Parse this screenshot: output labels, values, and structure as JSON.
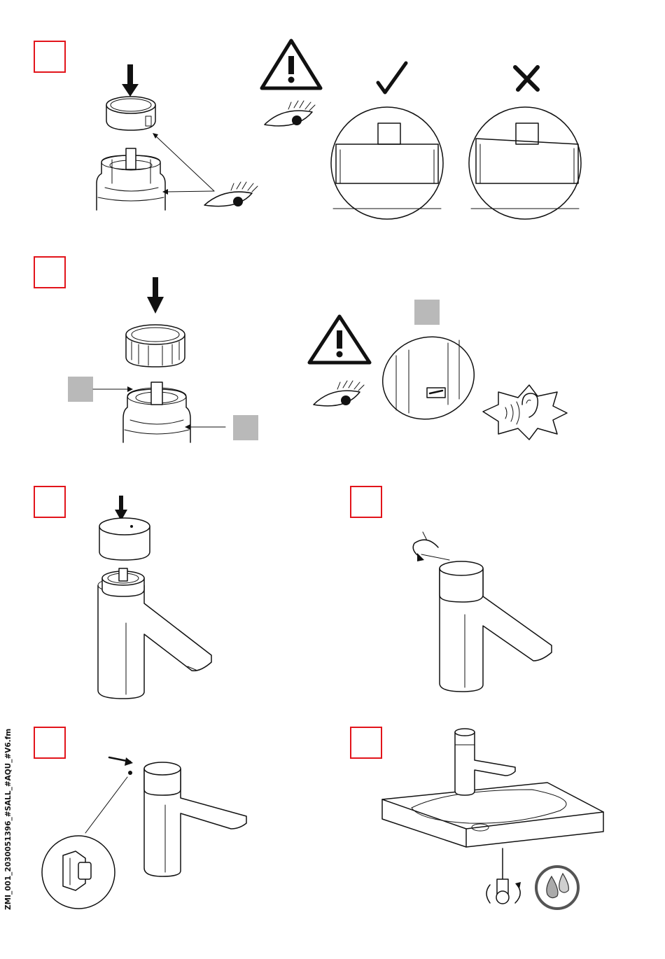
{
  "document": {
    "side_label": "ZMI_001_2030051396_#SALL_#AQU_#V6.fm"
  },
  "colors": {
    "step_box_border": "#e2141b",
    "placeholder_box": "#b9b9b9",
    "line": "#111111"
  },
  "steps": [
    {
      "id": "step-1",
      "icons": [
        "warning-triangle-icon",
        "eye-icon",
        "check-icon",
        "cross-icon"
      ]
    },
    {
      "id": "step-2",
      "icons": [
        "warning-triangle-icon",
        "eye-icon",
        "ear-sound-icon"
      ]
    },
    {
      "id": "step-3",
      "icons": [
        "down-arrow-icon"
      ]
    },
    {
      "id": "step-4",
      "icons": [
        "rotate-arrow-icon"
      ]
    },
    {
      "id": "step-5",
      "icons": [
        "push-arrow-icon",
        "magnifier-circle-icon"
      ]
    },
    {
      "id": "step-6",
      "icons": [
        "water-drops-icon",
        "rotate-arrow-icon"
      ]
    }
  ]
}
